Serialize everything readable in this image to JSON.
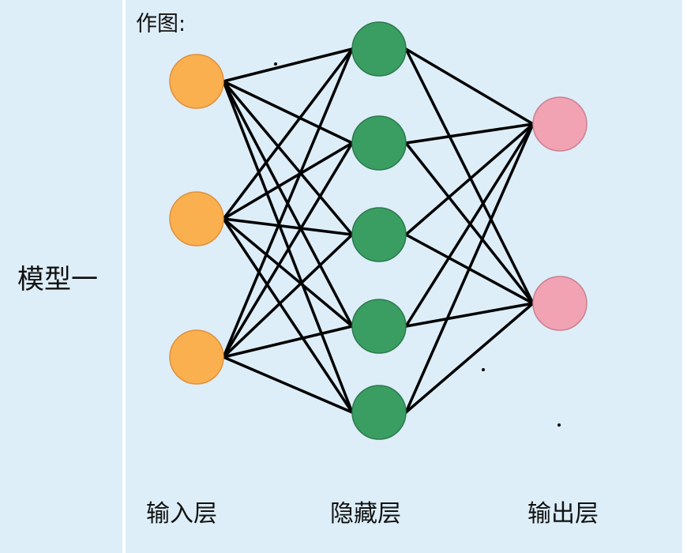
{
  "row_label": "模型一",
  "caption": "作图:",
  "layers": [
    {
      "name": "输入层",
      "count": 3,
      "color": "#fbb050",
      "stroke": "#e0903a"
    },
    {
      "name": "隐藏层",
      "count": 5,
      "color": "#3a9e63",
      "stroke": "#2b7a4b"
    },
    {
      "name": "输出层",
      "count": 2,
      "color": "#f2a3b3",
      "stroke": "#c98091"
    }
  ],
  "edge_color": "#000000"
}
